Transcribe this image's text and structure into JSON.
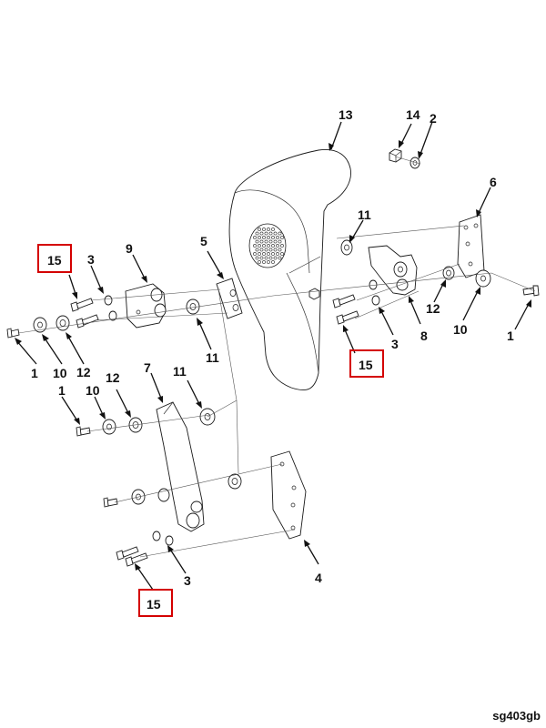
{
  "highlight_color": "#d40000",
  "diagram_code": "sg403gb",
  "callouts": {
    "c13": "13",
    "c14": "14",
    "c2": "2",
    "c6": "6",
    "c15a": "15",
    "c3a": "3",
    "c9": "9",
    "c5": "5",
    "c11a": "11",
    "c1a": "1",
    "c10a": "10",
    "c12a": "12",
    "c11b": "11",
    "c15b": "15",
    "c3b": "3",
    "c8": "8",
    "c12b": "12",
    "c10b": "10",
    "c1b": "1",
    "c7": "7",
    "c11c": "11",
    "c12c": "12",
    "c10c": "10",
    "c1c": "1",
    "c4": "4",
    "c3c": "3",
    "c15c": "15"
  }
}
